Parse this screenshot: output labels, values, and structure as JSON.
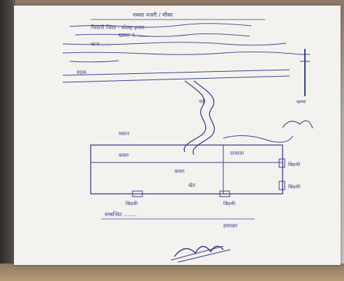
{
  "document": {
    "type": "handwritten-site-plan",
    "ink_color": "#3a3f8f",
    "paper_color": "#f3f2ef"
  },
  "header": {
    "title": "नक्शा नजरी / मौका"
  },
  "notes": [
    "भिवानी जिला - सोलह हजार",
    "खसरा नं. ......",
    "थाना ......"
  ],
  "labels": {
    "road": "सड़क",
    "river": "नदी",
    "pole": "खम्भा",
    "house": "मकान",
    "field": "खेत",
    "room1": "कमरा",
    "room2": "कमरा",
    "gate": "दरवाजा",
    "window1": "खिड़की",
    "window2": "खिड़की",
    "window3": "खिड़की",
    "window4": "खिड़की"
  },
  "footer": {
    "line1": "सम्बन्धित ........",
    "line2": "हस्ताक्षर"
  },
  "signature": {
    "present": true
  }
}
